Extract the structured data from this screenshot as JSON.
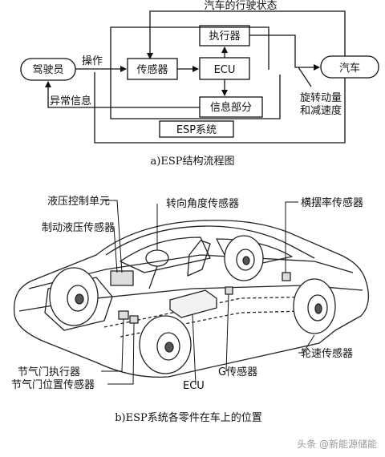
{
  "flow": {
    "top_label": "汽车的行驶状态",
    "driver": "驾驶员",
    "operate": "操作",
    "sensor": "传感器",
    "actuator": "执行器",
    "ecu": "ECU",
    "car": "汽车",
    "abnormal": "异常信息",
    "info": "信息部分",
    "esp": "ESP系统",
    "rotation_1": "旋转动量",
    "rotation_2": "和减速度",
    "caption": "a)ESP结构流程图"
  },
  "parts": {
    "hydraulic_unit": "液压控制单元",
    "brake_pressure_sensor": "制动液压传感器",
    "steering_sensor": "转向角度传感器",
    "yaw_sensor": "横摆率传感器",
    "throttle_actuator": "节气门执行器",
    "throttle_position_sensor": "节气门位置传感器",
    "g_sensor": "G传感器",
    "ecu": "ECU",
    "wheel_speed_sensor": "轮速传感器",
    "caption": "b)ESP系统各零件在车上的位置"
  },
  "watermark": "头条 @新能源储能"
}
